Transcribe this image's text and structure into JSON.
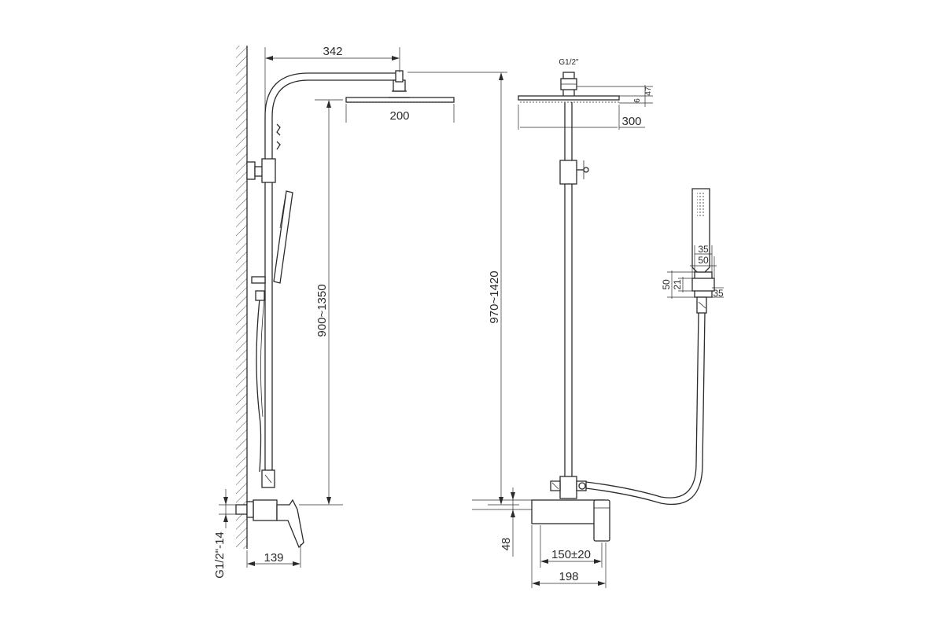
{
  "side_view": {
    "dims": {
      "arm_length": "342",
      "head_diameter": "200",
      "height_range": "900~1350",
      "depth": "139",
      "inlet_thread": "G1/2\"-14"
    }
  },
  "front_view": {
    "dims": {
      "top_thread": "G1/2\"",
      "head_thickness": "47",
      "head_plate": "6",
      "head_width": "300",
      "total_height": "970~1420",
      "mixer_height": "48",
      "center_spacing": "150±20",
      "mixer_width": "198"
    }
  },
  "holder_detail": {
    "dims": {
      "top_width_small": "35",
      "top_width_large": "50",
      "left_height_large": "50",
      "left_height_small": "21",
      "right_depth": "35"
    }
  }
}
